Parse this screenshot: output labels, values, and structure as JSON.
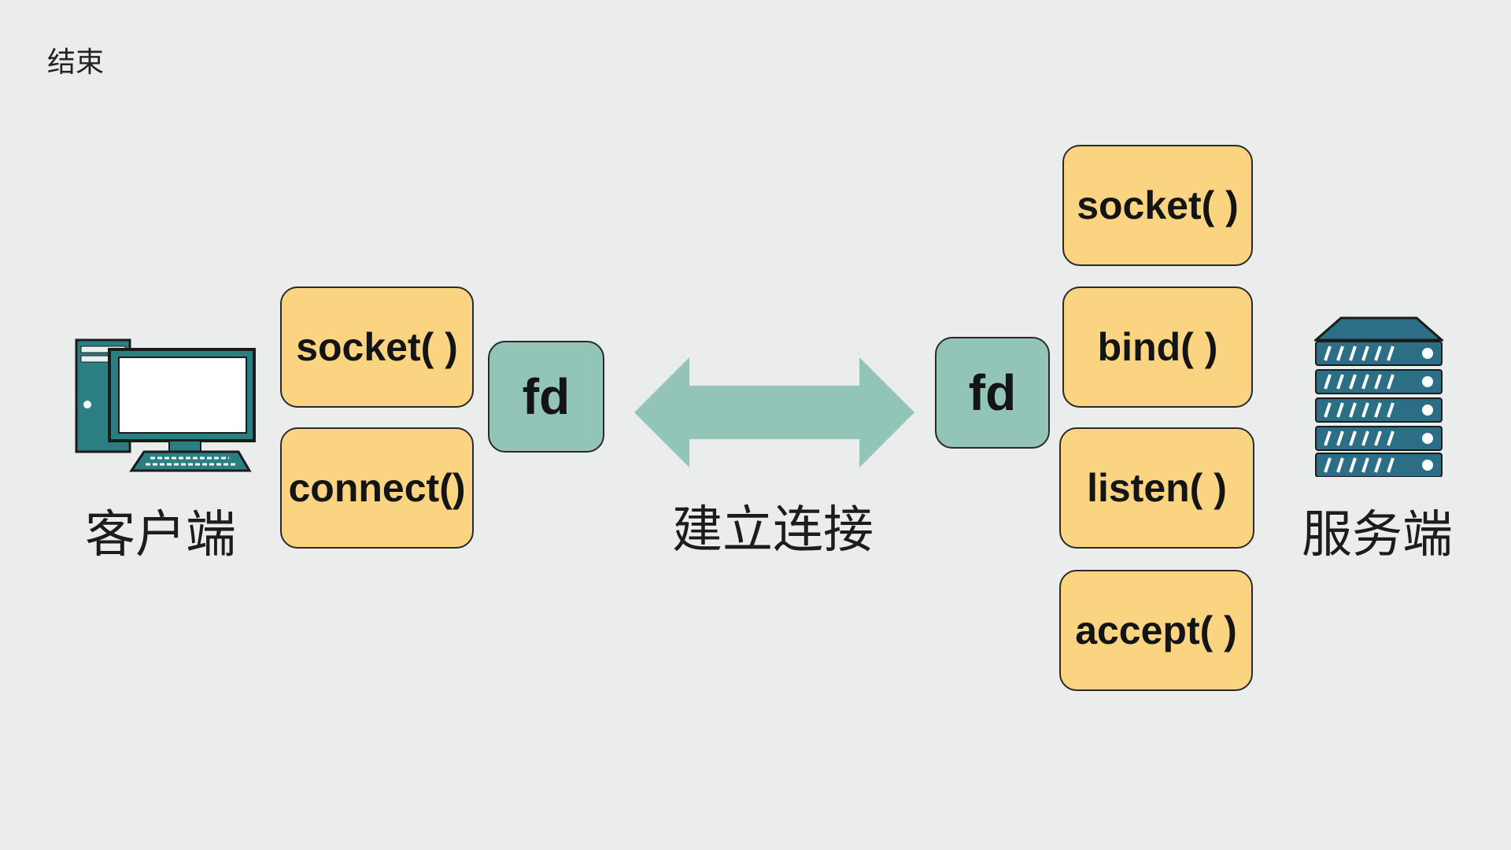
{
  "top_label": "结束",
  "client": {
    "label": "客户端",
    "functions": [
      "socket( )",
      "connect()"
    ],
    "fd": "fd"
  },
  "connection": {
    "label": "建立连接"
  },
  "server": {
    "label": "服务端",
    "functions": [
      "socket( )",
      "bind( )",
      "listen( )",
      "accept( )"
    ],
    "fd": "fd"
  },
  "colors": {
    "function_box": "#fad481",
    "fd_box": "#92c5b8",
    "arrow": "#92c5b8",
    "icon": "#2b7e82",
    "server_icon": "#2c6e85"
  },
  "icons": [
    "computer-icon",
    "server-rack-icon",
    "double-arrow-icon"
  ]
}
